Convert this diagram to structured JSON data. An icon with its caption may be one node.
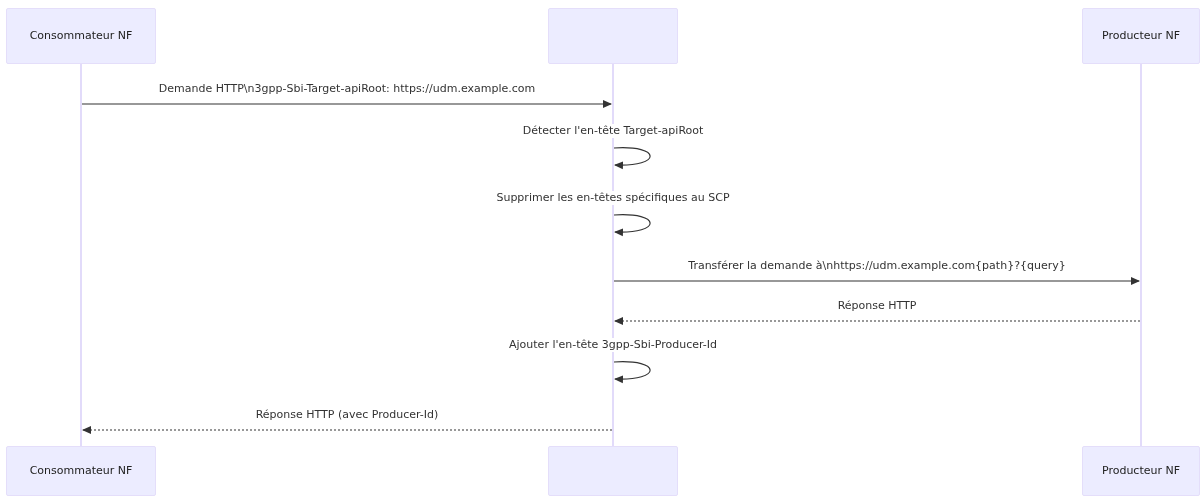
{
  "diagram": {
    "nodes": [
      {
        "text": [
          "Consommateur NF"
        ]
      },
      {
        "text": [],
        "shape": "box"
      },
      {
        "text": [
          "Producteur NF"
        ]
      },
      {
        "text": [],
        "shape": "line"
      },
      {
        "text": [],
        "shape": "line"
      },
      {
        "text": [],
        "shape": "line"
      },
      {
        "text": [
          "Consommateur NF"
        ]
      },
      {
        "text": [],
        "shape": "box"
      },
      {
        "text": [
          "Producteur NF"
        ]
      }
    ],
    "edges": [
      {
        "from": 3,
        "to": 4,
        "arrow": "to",
        "label": "Demande HTTP\\n3gpp-Sbi-Target-apiRoot: https://udm.example.com"
      },
      {
        "from": 4,
        "to": 4,
        "arrow": "to",
        "label": "Détecter l'en-tête Target-apiRoot"
      },
      {
        "from": 4,
        "to": 4,
        "arrow": "to",
        "label": "Supprimer les en-têtes spécifiques au SCP"
      },
      {
        "from": 4,
        "to": 5,
        "arrow": "to",
        "label": "Transférer la demande à\\nhttps://udm.example.com{path}?{query}"
      },
      {
        "from": 5,
        "to": 4,
        "arrow": "to",
        "label": "Réponse HTTP",
        "style": "dashed"
      },
      {
        "from": 4,
        "to": 4,
        "arrow": "to",
        "label": "Ajouter l'en-tête 3gpp-Sbi-Producer-Id"
      },
      {
        "from": 4,
        "to": 3,
        "arrow": "to",
        "label": "Réponse HTTP (avec Producer-Id)",
        "style": "dashed"
      }
    ]
  }
}
